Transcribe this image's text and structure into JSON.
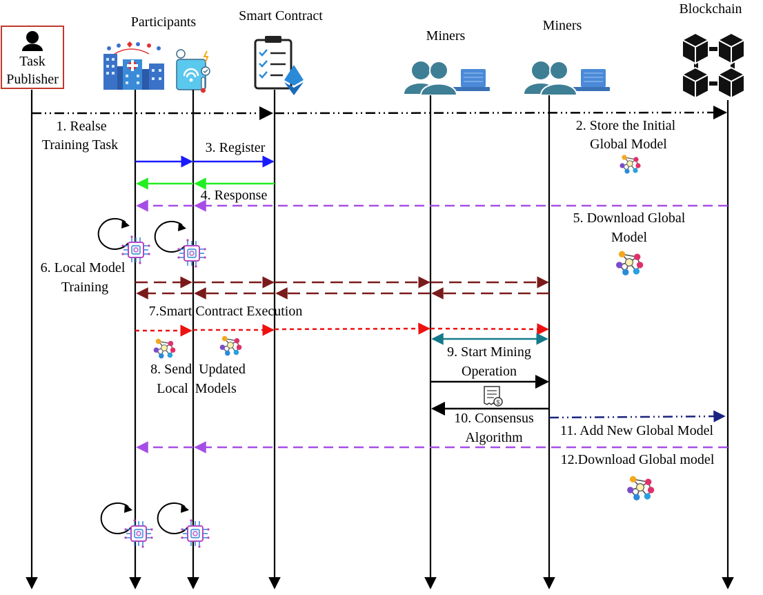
{
  "actors": {
    "task_publisher": [
      "Task",
      "Publisher"
    ],
    "participants": "Participants",
    "smart_contract": "Smart Contract",
    "miners_1": "Miners",
    "miners_2": "Miners",
    "blockchain": "Blockchain"
  },
  "steps": {
    "s1": [
      "1. Realse",
      "Training Task"
    ],
    "s2": [
      "2. Store the Initial",
      "Global Model"
    ],
    "s3": "3. Register",
    "s4": "4. Response",
    "s5": [
      "5. Download Global",
      "Model"
    ],
    "s6": [
      "6. Local Model",
      "Training"
    ],
    "s7": "7.Smart Contract Execution",
    "s8": [
      "8. Send  Updated",
      "Local  Models"
    ],
    "s9": [
      "9. Start Mining",
      "Operation"
    ],
    "s10": [
      "10. Consensus",
      "Algorithm"
    ],
    "s11": "11. Add New Global Model",
    "s12": "12.Download Global model"
  },
  "colors": {
    "publisher_border": "#c0392b",
    "register": "#1a1aff",
    "response": "#22ee22",
    "download": "#a64de6",
    "training": "#7a1a1a",
    "execution": "#ee1111",
    "mining": "#147a8a",
    "add_global": "#1a237e",
    "miner_person": "#3f7f95",
    "laptop": "#4a8ad8",
    "chip": "#c040c0"
  },
  "icons": [
    "person-icon",
    "hospital-icon",
    "iot-device-icon",
    "contract-clipboard-icon",
    "ethereum-icon",
    "miner-group-icon",
    "blockchain-cubes-icon",
    "neural-network-icon",
    "chip-icon",
    "refresh-loop-icon",
    "receipt-icon"
  ]
}
